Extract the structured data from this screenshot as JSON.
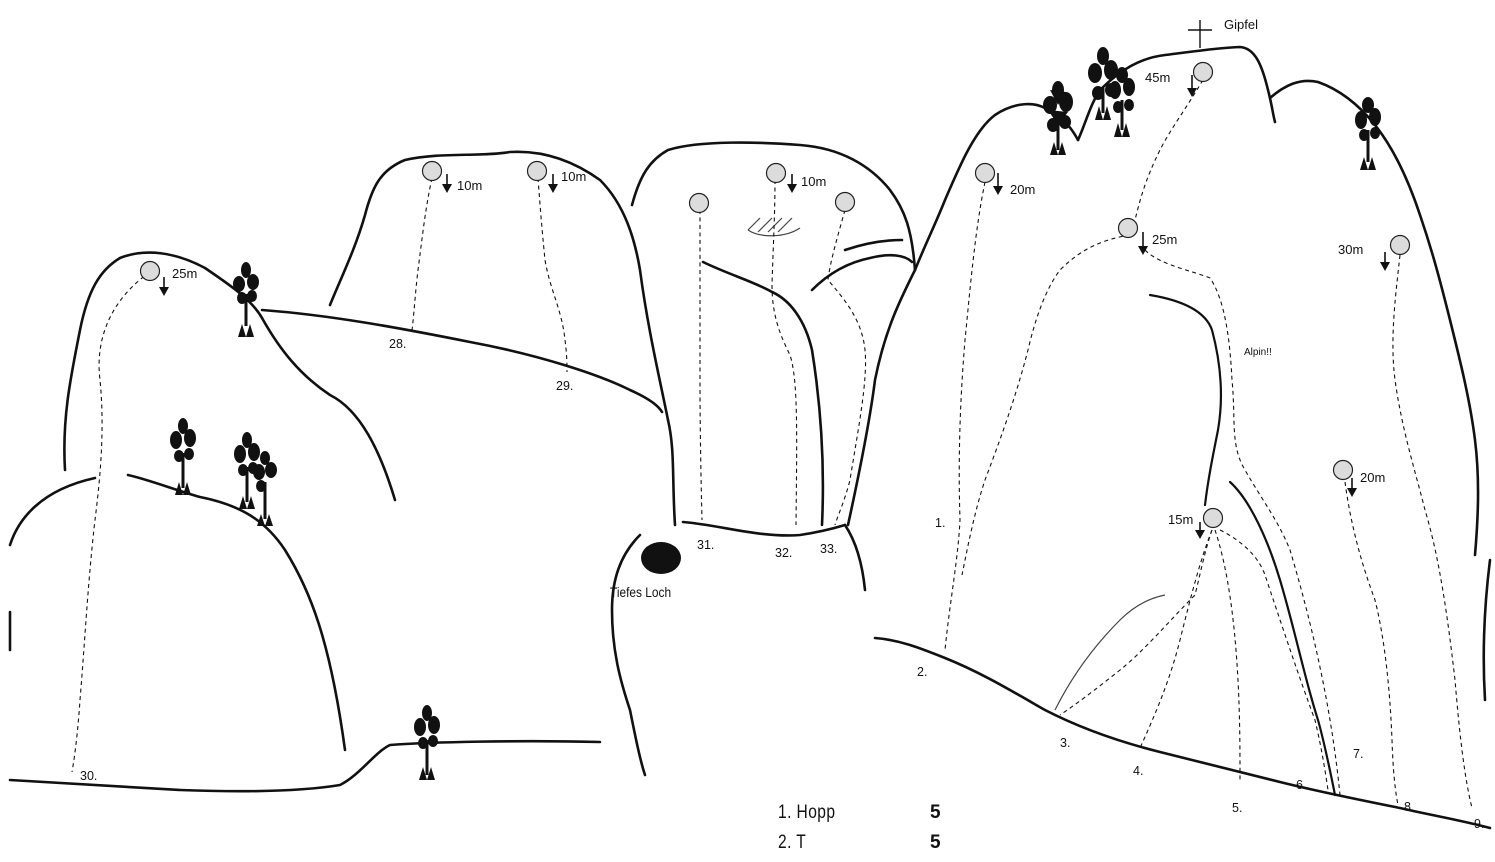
{
  "labels": {
    "summit": "Gipfel",
    "alpine": "Alpin!!",
    "hole": "Tiefes Loch"
  },
  "route_numbers": [
    "1.",
    "2.",
    "3.",
    "4.",
    "5.",
    "6.",
    "7.",
    "8.",
    "9.",
    "28.",
    "29.",
    "30.",
    "31.",
    "32.",
    "33."
  ],
  "anchors": [
    "45m",
    "20m",
    "25m",
    "30m",
    "15m",
    "20m",
    "10m",
    "10m",
    "10m",
    "25m"
  ],
  "legend": [
    {
      "name": "1. Hopp",
      "grade": "5"
    },
    {
      "name": "2. T",
      "grade": "5"
    }
  ]
}
